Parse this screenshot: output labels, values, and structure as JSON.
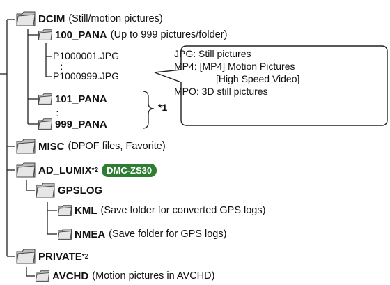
{
  "folders": {
    "dcim": {
      "name": "DCIM",
      "desc": "(Still/motion pictures)"
    },
    "pana100": {
      "name": "100_PANA",
      "desc": "(Up to 999 pictures/folder)"
    },
    "pana101": {
      "name": "101_PANA"
    },
    "pana999": {
      "name": "999_PANA"
    },
    "misc": {
      "name": "MISC",
      "desc": "(DPOF files, Favorite)"
    },
    "adlumix": {
      "name": "AD_LUMIX",
      "sup": "*2",
      "badge": "DMC-ZS30"
    },
    "gpslog": {
      "name": "GPSLOG"
    },
    "kml": {
      "name": "KML",
      "desc": "(Save folder for converted GPS logs)"
    },
    "nmea": {
      "name": "NMEA",
      "desc": "(Save folder for GPS logs)"
    },
    "private": {
      "name": "PRIVATE",
      "sup": "*2"
    },
    "avchd": {
      "name": "AVCHD",
      "desc": "(Motion pictures in AVCHD)"
    }
  },
  "files": {
    "first": "P1000001.JPG",
    "last": "P1000999.JPG"
  },
  "star1": "*1",
  "note": {
    "l1": "JPG: Still pictures",
    "l2": "MP4: [MP4] Motion Pictures",
    "l3": "[High Speed Video]",
    "l4": "MPO: 3D still pictures"
  },
  "colors": {
    "badge": "#2e7d32",
    "line": "#222222"
  }
}
